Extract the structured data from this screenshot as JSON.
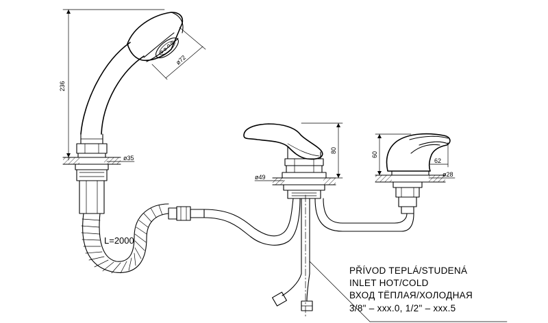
{
  "dimensions": {
    "handshower_height": "236",
    "head_diameter": "ø72",
    "handshower_base_diameter": "ø35",
    "mixer_base_diameter": "ø49",
    "mixer_height": "80",
    "spout_height": "60",
    "spout_reach": "62",
    "spout_base_diameter": "ø28",
    "hose_length": "L=2000"
  },
  "inlet_note": {
    "line_cz": "PŘÍVOD TEPLÁ/STUDENÁ",
    "line_en": "INLET HOT/COLD",
    "line_ru": "ВХОД ТЁПЛАЯ/ХОЛОДНАЯ",
    "line_sizes": "3/8\" – xxx.0, 1/2\" – xxx.5"
  }
}
